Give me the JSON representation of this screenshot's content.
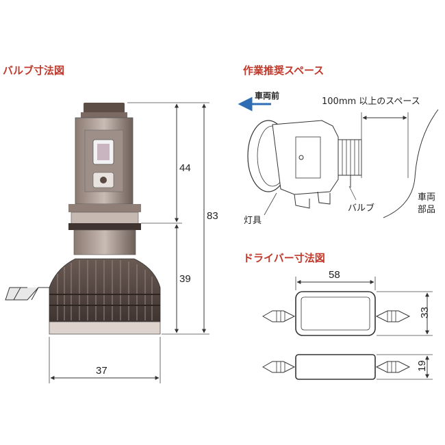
{
  "titles": {
    "bulb_dims": "バルブ寸法図",
    "work_space": "作業推奨スペース",
    "driver_dims": "ドライバー寸法図"
  },
  "bulb": {
    "dim_upper": "44",
    "dim_lower": "39",
    "dim_total": "83",
    "dim_width": "37"
  },
  "space": {
    "direction_label": "車両前",
    "space_label": "100mm 以上のスペース",
    "lamp_label": "灯具",
    "bulb_label": "バルブ",
    "vehicle_part_label_line1": "車両",
    "vehicle_part_label_line2": "部品"
  },
  "driver": {
    "dim_width": "58",
    "dim_height_top": "33",
    "dim_height_side": "19"
  },
  "colors": {
    "title_red": "#c0392b",
    "arrow_blue": "#2e6db4",
    "bulb_dark": "#7a6a62",
    "heatsink_dark": "#5a4a44"
  }
}
